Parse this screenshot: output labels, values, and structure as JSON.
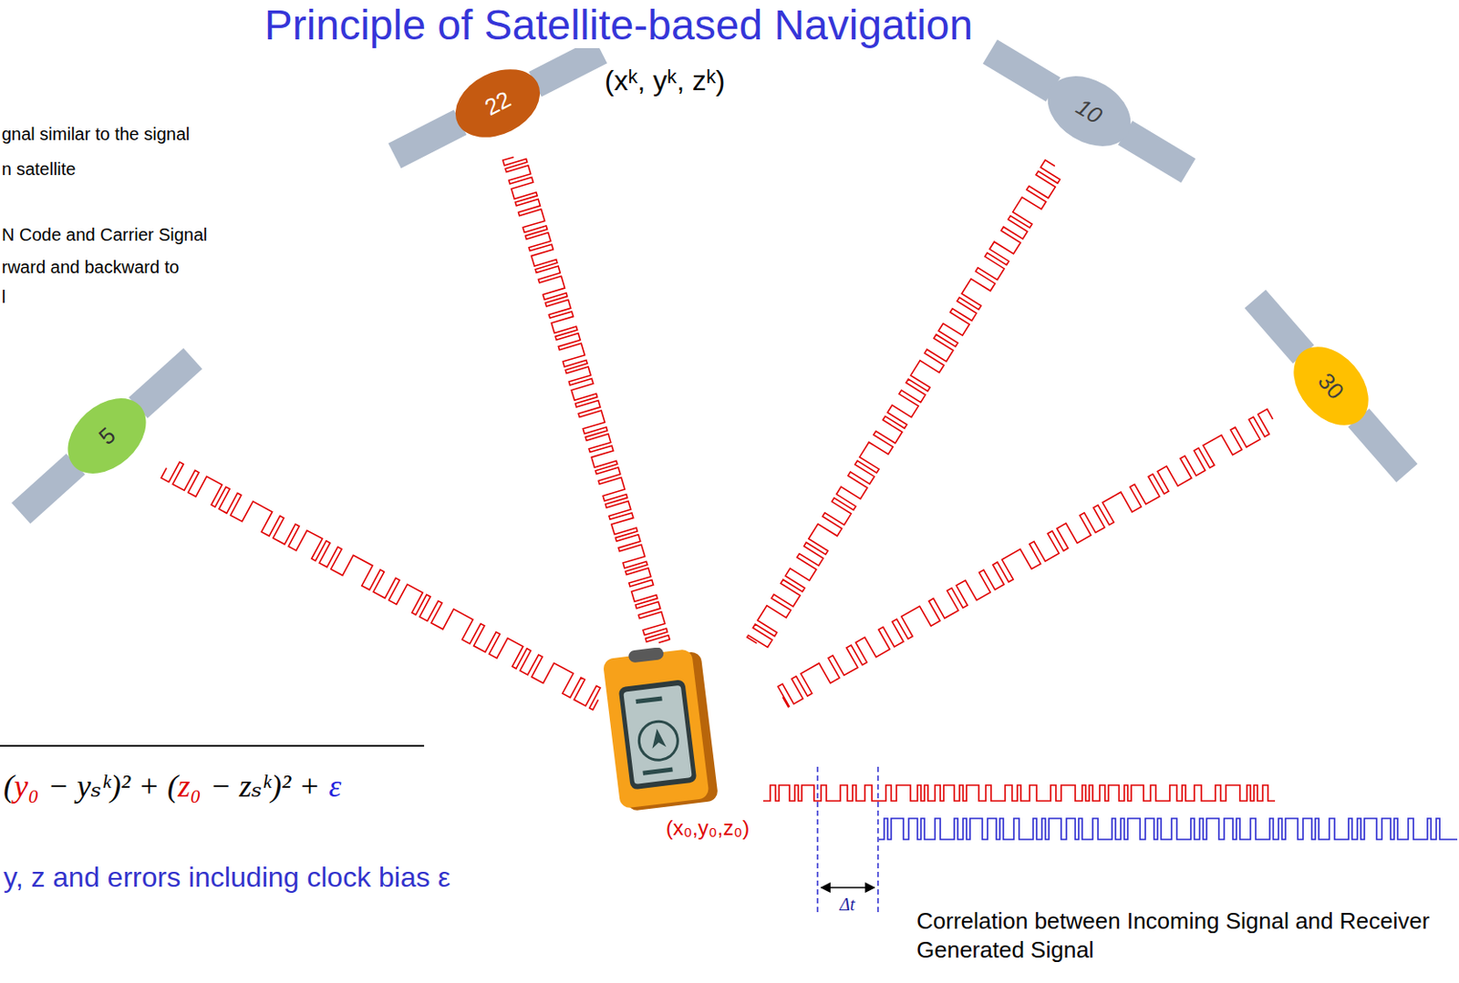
{
  "diagram": {
    "title": "Principle of Satellite-based Navigation",
    "nodes": [
      {
        "text": [
          "22"
        ]
      },
      {
        "text": [
          "10"
        ]
      },
      {
        "text": [
          "30"
        ]
      },
      {
        "text": [
          "5"
        ]
      },
      {
        "text": [
          "(x₀,y₀,z₀)"
        ]
      }
    ],
    "edges": [
      {
        "from": 0,
        "to": 4,
        "arrow": "none"
      },
      {
        "from": 1,
        "to": 4,
        "arrow": "none"
      },
      {
        "from": 2,
        "to": 4,
        "arrow": "none"
      },
      {
        "from": 3,
        "to": 4,
        "arrow": "none"
      }
    ],
    "labels": [
      "gnal similar to the signal",
      "n satellite",
      "N Code and Carrier Signal",
      "rward and backward to",
      "l",
      "(xᵏ, yᵏ, zᵏ)",
      "(",
      "y₀",
      "− yₛᵏ)² + (",
      "z₀",
      "− zₛᵏ)² +",
      "ε",
      "y, z and errors including clock bias ε",
      "Δt",
      "Correlation between Incoming Signal and Receiver Generated Signal"
    ]
  }
}
